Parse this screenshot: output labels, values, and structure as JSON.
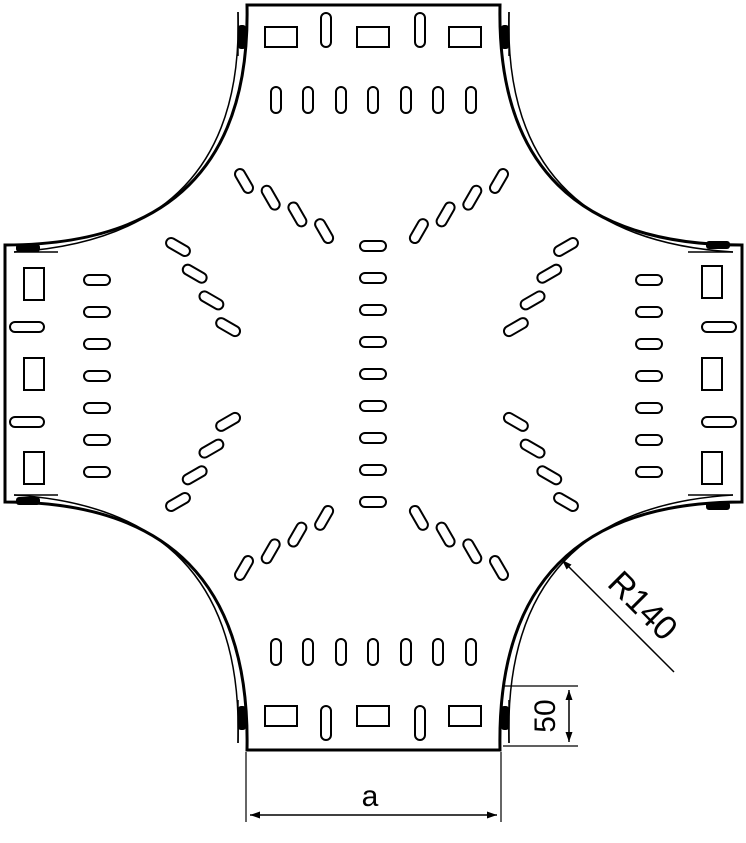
{
  "labels": {
    "radius": "R140",
    "height": "50",
    "width": "a"
  }
}
